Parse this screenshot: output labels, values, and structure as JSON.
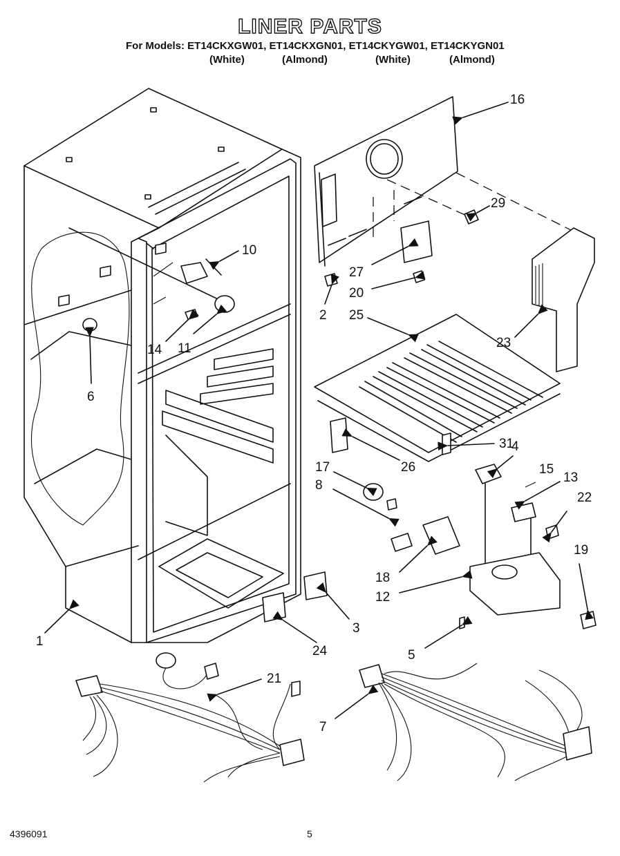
{
  "header": {
    "title": "LINER PARTS",
    "models_line": "For Models: ET14CKXGW01, ET14CKXGN01, ET14CKYGW01, ET14CKYGN01",
    "finishes": [
      "(White)",
      "(Almond)",
      "(White)",
      "(Almond)"
    ]
  },
  "callouts": {
    "c1": "1",
    "c2": "2",
    "c3": "3",
    "c4": "4",
    "c5": "5",
    "c6": "6",
    "c7": "7",
    "c8": "8",
    "c10": "10",
    "c11": "11",
    "c12": "12",
    "c13": "13",
    "c14": "14",
    "c15": "15",
    "c16": "16",
    "c17": "17",
    "c18": "18",
    "c19": "19",
    "c20": "20",
    "c21": "21",
    "c22": "22",
    "c23": "23",
    "c24": "24",
    "c25": "25",
    "c26": "26",
    "c27": "27",
    "c29": "29",
    "c31": "31"
  },
  "footer": {
    "part_number": "4396091",
    "page_number": "5"
  }
}
